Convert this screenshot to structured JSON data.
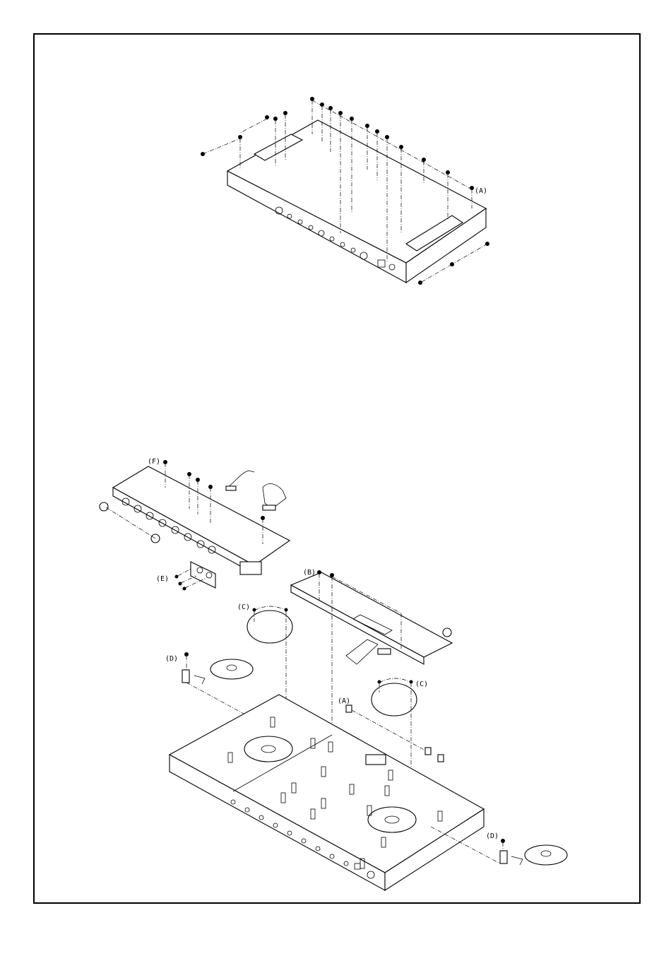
{
  "callouts": {
    "top_a": "(A)",
    "f": "(F)",
    "e": "(E)",
    "b": "(B)",
    "c_left": "(C)",
    "c_right": "(C)",
    "d_left": "(D)",
    "d_right": "(D)",
    "a_bottom": "(A)"
  },
  "colors": {
    "line": "#000000",
    "background": "#ffffff"
  }
}
